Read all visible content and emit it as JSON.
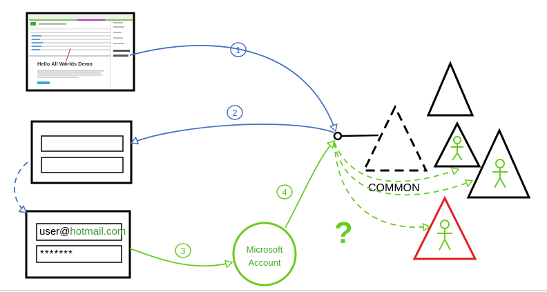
{
  "thumbnail": {
    "heading": "Hello All Worlds Demo"
  },
  "login": {
    "username_user": "user@",
    "username_domain": "hotmail.com",
    "password_mask": "*******"
  },
  "identity_provider": {
    "line1": "Microsoft",
    "line2": "Account"
  },
  "common_label": "COMMON",
  "question_mark": "?",
  "steps": [
    "1",
    "2",
    "3",
    "4"
  ],
  "colors": {
    "blue_arrow": "#4472c4",
    "green_arrow": "#66cc22",
    "red_triangle": "#e02020",
    "hotmail_green": "#3a9a3a",
    "ms_text_green": "#44aa22"
  }
}
